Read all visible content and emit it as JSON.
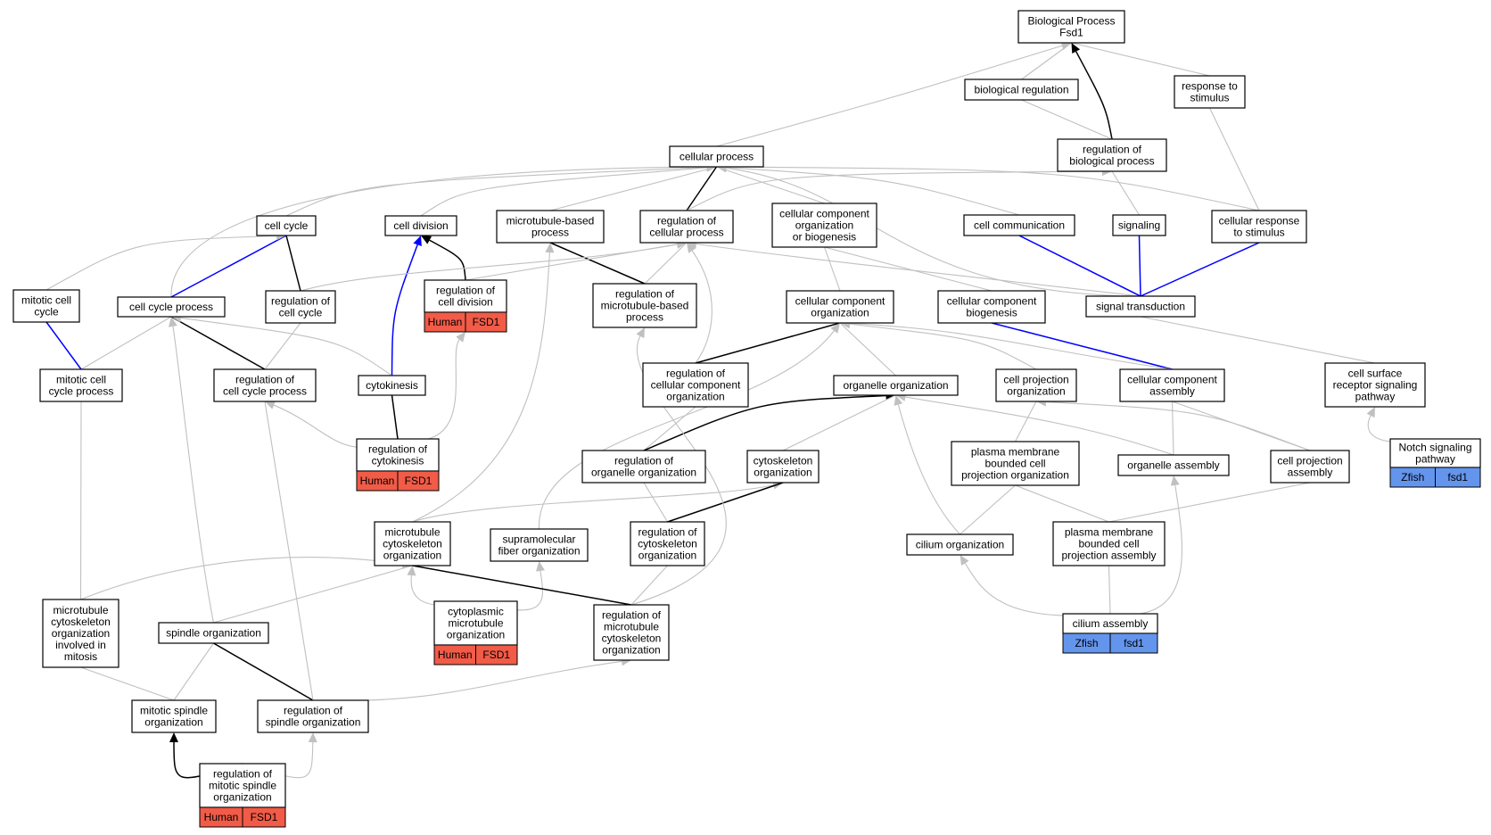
{
  "colors": {
    "edge_default": "#c0c0c0",
    "edge_direct": "#000000",
    "edge_blue": "#0000ff",
    "human": "#f15b47",
    "zfish": "#6495ed",
    "node_border": "#000000"
  },
  "nodes": {
    "bp": {
      "lines": [
        "Biological Process",
        "Fsd1"
      ]
    },
    "breg": {
      "lines": [
        "biological regulation"
      ]
    },
    "rstim": {
      "lines": [
        "response to",
        "stimulus"
      ]
    },
    "cproc": {
      "lines": [
        "cellular process"
      ]
    },
    "rbp": {
      "lines": [
        "regulation of",
        "biological process"
      ]
    },
    "ccyc": {
      "lines": [
        "cell cycle"
      ]
    },
    "cdiv": {
      "lines": [
        "cell division"
      ]
    },
    "mtbp": {
      "lines": [
        "microtubule-based",
        "process"
      ]
    },
    "rcp": {
      "lines": [
        "regulation of",
        "cellular process"
      ]
    },
    "ccob": {
      "lines": [
        "cellular component",
        "organization",
        "or biogenesis"
      ]
    },
    "ccomm": {
      "lines": [
        "cell communication"
      ]
    },
    "sig": {
      "lines": [
        "signaling"
      ]
    },
    "crs": {
      "lines": [
        "cellular response",
        "to stimulus"
      ]
    },
    "mcc": {
      "lines": [
        "mitotic cell",
        "cycle"
      ]
    },
    "ccp": {
      "lines": [
        "cell cycle process"
      ]
    },
    "rcc": {
      "lines": [
        "regulation of",
        "cell cycle"
      ]
    },
    "rcdiv": {
      "lines": [
        "regulation of",
        "cell division"
      ],
      "ann": [
        "Human",
        "FSD1"
      ],
      "species": "human"
    },
    "rmtbp": {
      "lines": [
        "regulation of",
        "microtubule-based",
        "process"
      ]
    },
    "cco": {
      "lines": [
        "cellular component",
        "organization"
      ]
    },
    "ccbio": {
      "lines": [
        "cellular component",
        "biogenesis"
      ]
    },
    "st": {
      "lines": [
        "signal transduction"
      ]
    },
    "mccp": {
      "lines": [
        "mitotic cell",
        "cycle process"
      ]
    },
    "rccp": {
      "lines": [
        "regulation of",
        "cell cycle process"
      ]
    },
    "cytok": {
      "lines": [
        "cytokinesis"
      ]
    },
    "rcco": {
      "lines": [
        "regulation of",
        "cellular component",
        "organization"
      ]
    },
    "orgo": {
      "lines": [
        "organelle organization"
      ]
    },
    "cpo": {
      "lines": [
        "cell projection",
        "organization"
      ]
    },
    "cca": {
      "lines": [
        "cellular component",
        "assembly"
      ]
    },
    "csrsp": {
      "lines": [
        "cell surface",
        "receptor signaling",
        "pathway"
      ]
    },
    "rcytok": {
      "lines": [
        "regulation of",
        "cytokinesis"
      ],
      "ann": [
        "Human",
        "FSD1"
      ],
      "species": "human"
    },
    "roo": {
      "lines": [
        "regulation of",
        "organelle organization"
      ]
    },
    "cskel": {
      "lines": [
        "cytoskeleton",
        "organization"
      ]
    },
    "pmbcpo": {
      "lines": [
        "plasma membrane",
        "bounded cell",
        "projection organization"
      ]
    },
    "oa": {
      "lines": [
        "organelle assembly"
      ]
    },
    "cpa": {
      "lines": [
        "cell projection",
        "assembly"
      ]
    },
    "notch": {
      "lines": [
        "Notch signaling",
        "pathway"
      ],
      "ann": [
        "Zfish",
        "fsd1"
      ],
      "species": "zfish"
    },
    "mtco": {
      "lines": [
        "microtubule",
        "cytoskeleton",
        "organization"
      ]
    },
    "sfo": {
      "lines": [
        "supramolecular",
        "fiber organization"
      ]
    },
    "rco": {
      "lines": [
        "regulation of",
        "cytoskeleton",
        "organization"
      ]
    },
    "cilo": {
      "lines": [
        "cilium organization"
      ]
    },
    "pmbcpa": {
      "lines": [
        "plasma membrane",
        "bounded cell",
        "projection assembly"
      ]
    },
    "mtcoim": {
      "lines": [
        "microtubule",
        "cytoskeleton",
        "organization",
        "involved in",
        "mitosis"
      ]
    },
    "cmo": {
      "lines": [
        "cytoplasmic",
        "microtubule",
        "organization"
      ],
      "ann": [
        "Human",
        "FSD1"
      ],
      "species": "human"
    },
    "rmtco": {
      "lines": [
        "regulation of",
        "microtubule",
        "cytoskeleton",
        "organization"
      ]
    },
    "spo": {
      "lines": [
        "spindle organization"
      ]
    },
    "ciliuma": {
      "lines": [
        "cilium assembly"
      ],
      "ann": [
        "Zfish",
        "fsd1"
      ],
      "species": "zfish"
    },
    "mso": {
      "lines": [
        "mitotic spindle",
        "organization"
      ]
    },
    "rso": {
      "lines": [
        "regulation of",
        "spindle organization"
      ]
    },
    "rmso": {
      "lines": [
        "regulation of",
        "mitotic spindle",
        "organization"
      ],
      "ann": [
        "Human",
        "FSD1"
      ],
      "species": "human"
    }
  }
}
